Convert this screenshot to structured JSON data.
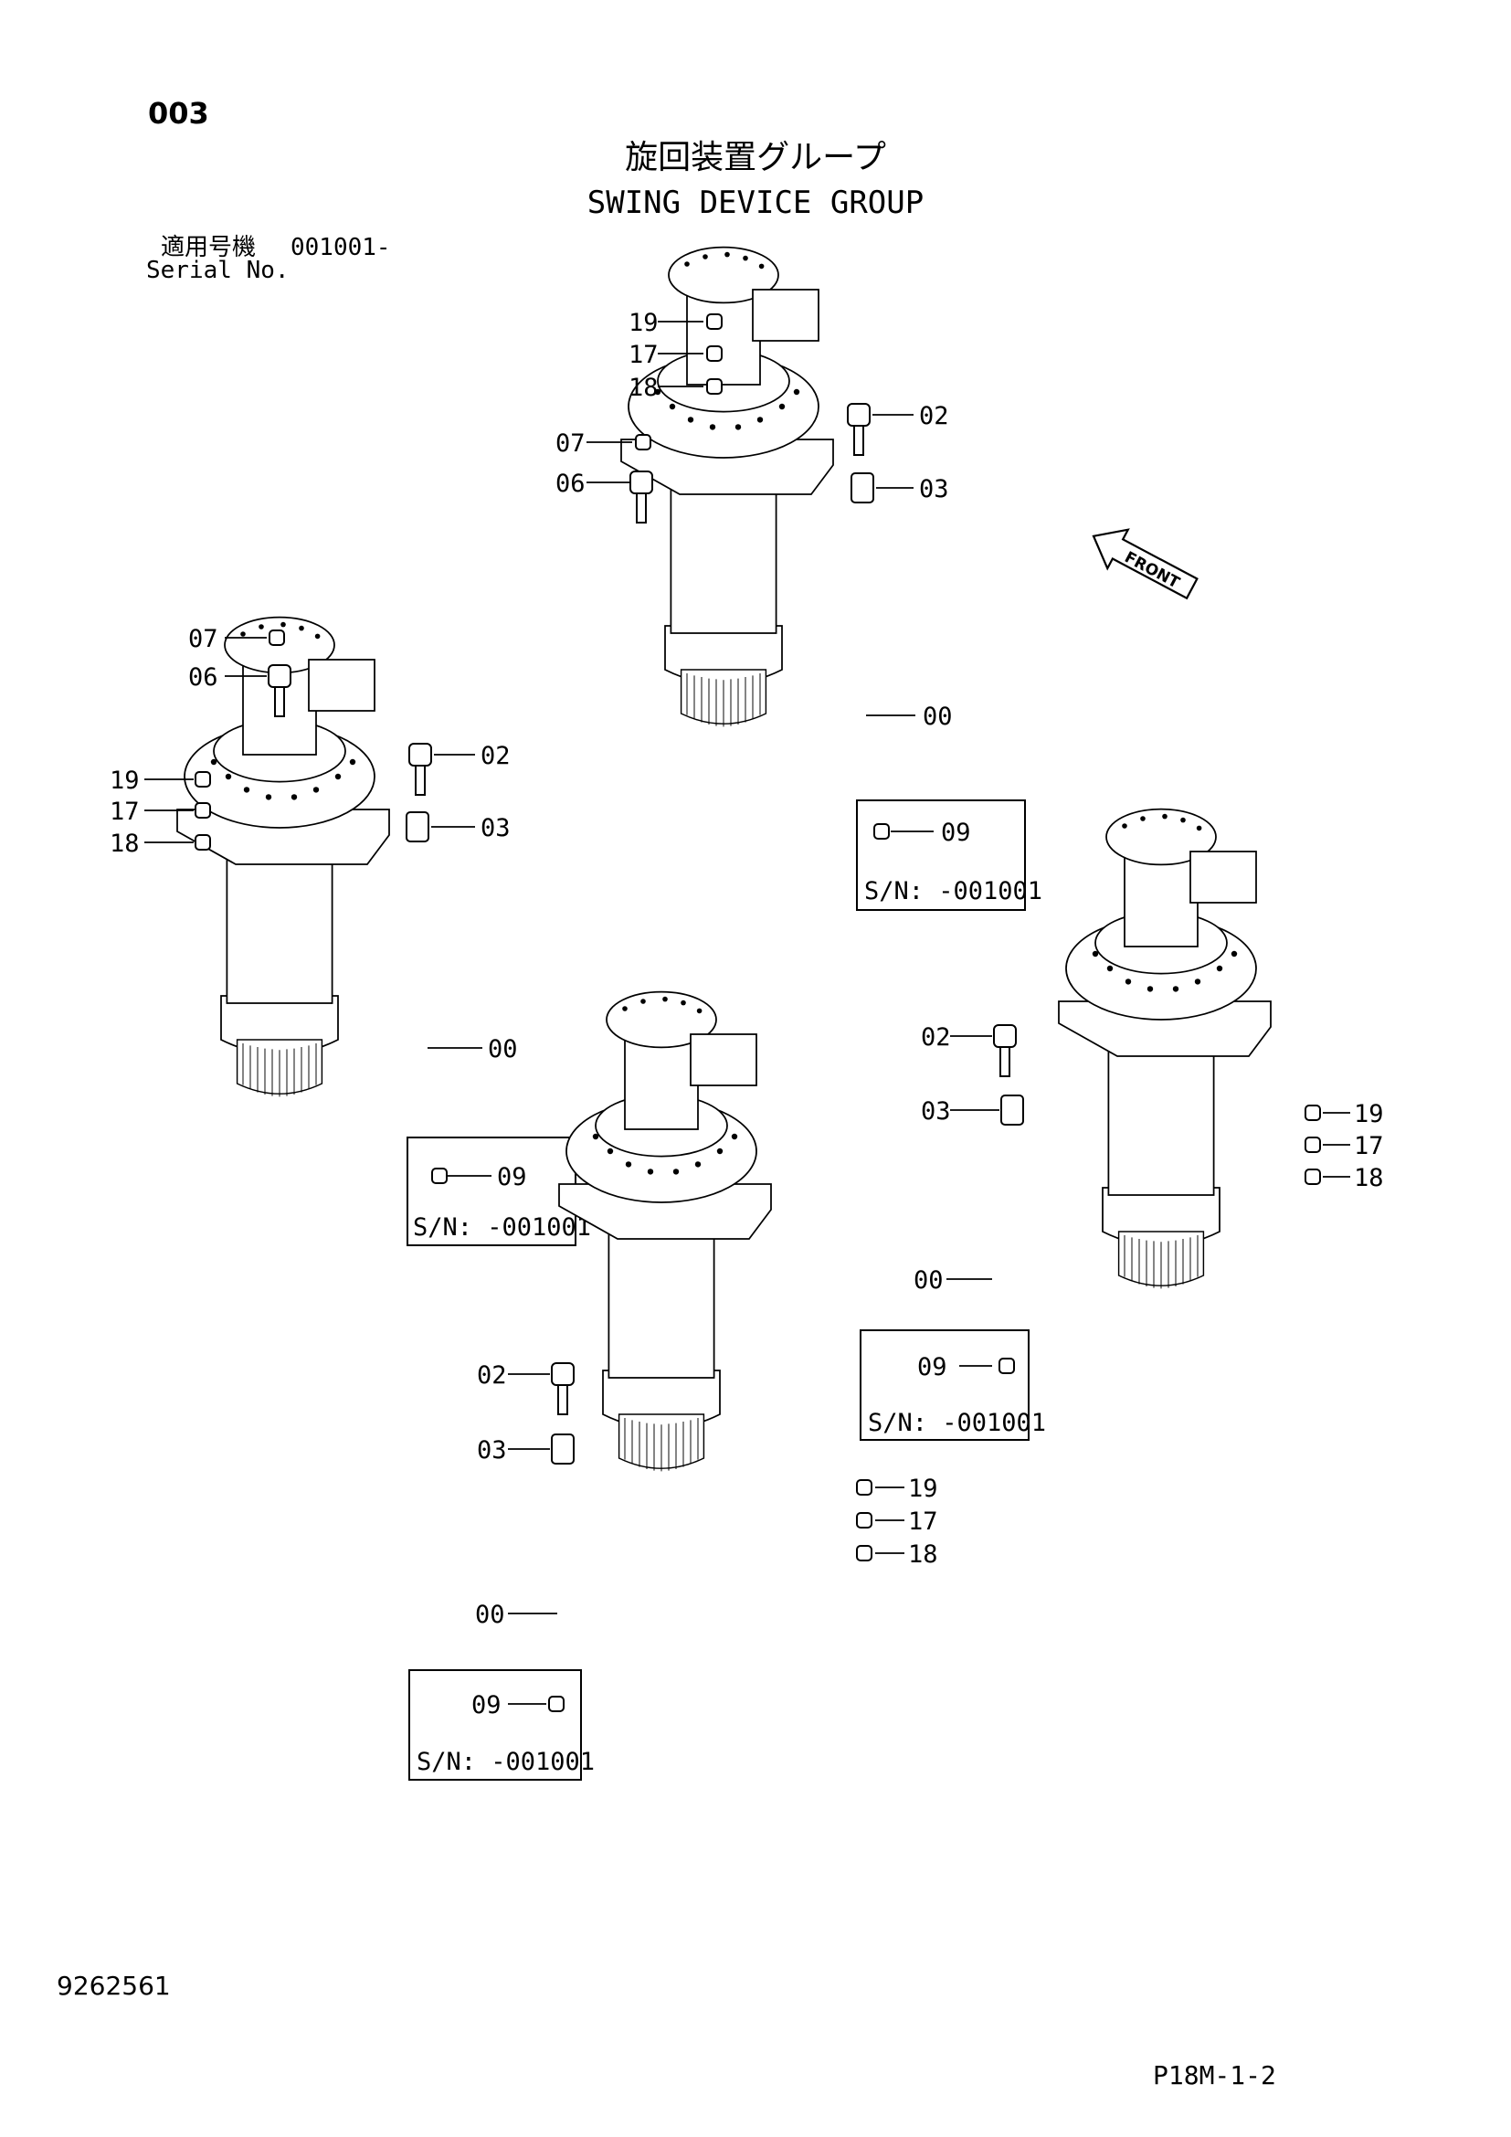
{
  "header": {
    "page_number": "003",
    "title_jp": "旋回装置グループ",
    "title_en": "SWING DEVICE GROUP",
    "serial_label_jp": "適用号機",
    "serial_value": "001001-",
    "serial_label_en": "Serial No."
  },
  "front_label": "FRONT",
  "footer": {
    "doc_id": "9262561",
    "ref_code": "P18M-1-2"
  },
  "views": [
    {
      "labels": [
        "19",
        "17",
        "18",
        "07",
        "06",
        "02",
        "03",
        "00",
        "09"
      ],
      "sn_box": "S/N: -001001"
    },
    {
      "labels": [
        "07",
        "06",
        "19",
        "17",
        "18",
        "02",
        "03",
        "00",
        "09"
      ],
      "sn_box": "S/N: -001001"
    },
    {
      "labels": [
        "02",
        "03",
        "19",
        "17",
        "18",
        "00",
        "09"
      ],
      "sn_box": "S/N: -001001"
    },
    {
      "labels": [
        "02",
        "03",
        "19",
        "17",
        "18",
        "00",
        "09"
      ],
      "sn_box": "S/N: -001001"
    }
  ]
}
